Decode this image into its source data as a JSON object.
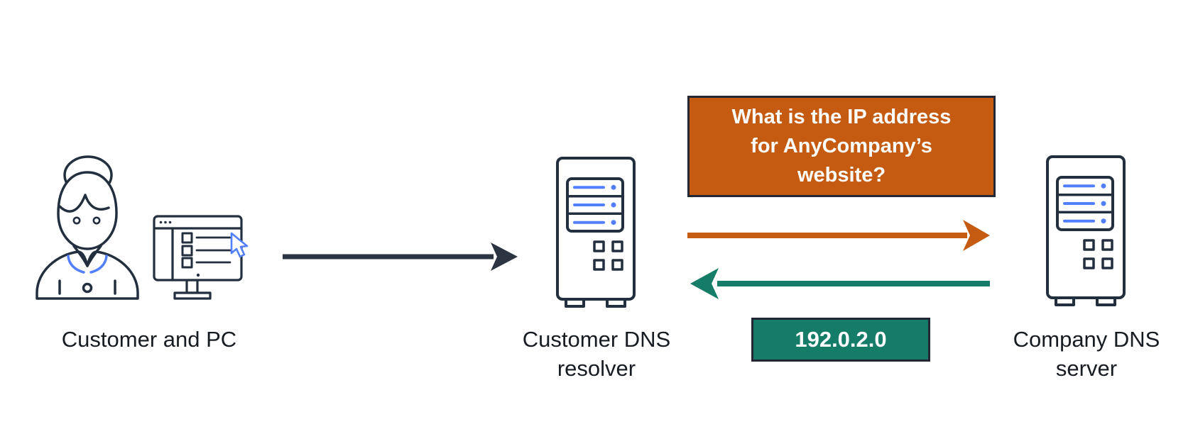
{
  "colors": {
    "background": "#FFFFFF",
    "outline_ink": "#232F3E",
    "arrow_dark": "#2B3440",
    "accent_blue": "#527FFF",
    "orange": "#C55A11",
    "teal": "#157D67",
    "box_border": "#232733",
    "label_text": "#171C23",
    "box_text": "#FFFFFF"
  },
  "nodes": {
    "customer_pc": {
      "label": "Customer and PC",
      "icon": "woman-and-monitor-icon"
    },
    "resolver": {
      "label": "Customer DNS resolver",
      "icon": "dns-server-icon"
    },
    "company": {
      "label": "Company DNS server",
      "icon": "dns-server-icon"
    }
  },
  "question_box": {
    "lines": [
      "What is the IP address",
      "for AnyCompany’s",
      "website?"
    ],
    "fill": "#C55A11"
  },
  "answer_box": {
    "text": "192.0.2.0",
    "fill": "#157D67"
  },
  "arrows": {
    "pc_to_resolver": {
      "direction": "right",
      "color": "#2B3440"
    },
    "query": {
      "direction": "right",
      "color": "#C55A11"
    },
    "response": {
      "direction": "left",
      "color": "#157D67"
    }
  }
}
